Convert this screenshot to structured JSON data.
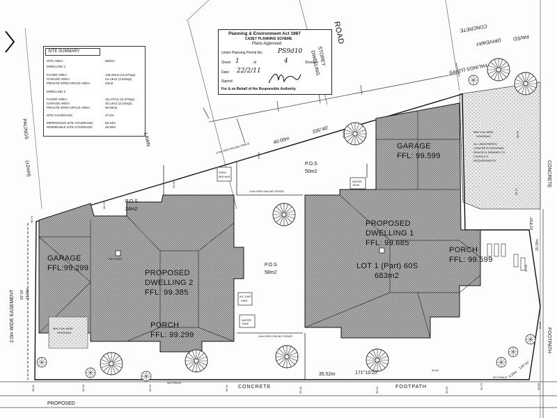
{
  "site_summary": {
    "title": "SITE SUMMARY",
    "site_area_label": "SITE AREA:",
    "site_area_value": "683m2",
    "dwelling1_label": "DWELLING 1",
    "d1_floor_label": "FLOOR AREA:",
    "d1_floor_value": "139.26m2 (14.57Sqs)",
    "d1_garage_label": "GARAGE AREA:",
    "d1_garage_value": "43.13m2 (4.63Sqs)",
    "d1_pos_label": "PRIVATE OPEN SPACE AREA:",
    "d1_pos_value": "43m2",
    "dwelling2_label": "DWELLING 2",
    "d2_floor_label": "FLOOR AREA:",
    "d2_floor_value": "111.37m2 (11.97Sqs)",
    "d2_garage_label": "GARAGE AREA:",
    "d2_garage_value": "30.14m2 (3.24Sqs)",
    "d2_pos_label": "PRIVATE OPEN SPACE AREA:",
    "d2_pos_value": "50.00m2",
    "coverage_label": "SITE COVERAGE:",
    "coverage_value": "47.6%",
    "impervious_label": "IMPERVIOUS SITE COVERAGE:",
    "impervious_value": "53.44%",
    "permeable_label": "PERMEABLE SITE COVERAGE:",
    "permeable_value": "46.56%"
  },
  "stamp": {
    "line1": "Planning & Environment Act 1987",
    "line2": "CASEY PLANNING SCHEME",
    "line3": "Plans Approved",
    "permit_label": "Under Planning Permit No:",
    "permit_value": "PS9d10",
    "sheet_label": "Sheet",
    "sheet_value": "1",
    "of_label": "of",
    "of_value": "4",
    "sheets_label": "Sheet(s)",
    "date_label": "Date:",
    "date_value": "22/2/11",
    "sig_label": "Signed:",
    "footer": "For & on Behalf of the Responsible Authority"
  },
  "labels": {
    "garage1": "GARAGE",
    "garage1_ffl": "FFL: 99.599",
    "dwelling1_a": "PROPOSED",
    "dwelling1_b": "DWELLING 1",
    "dwelling1_ffl": "FFL: 99.685",
    "porch1": "PORCH",
    "porch1_ffl": "FFL: 99.599",
    "lot_a": "LOT 1 (Part) 60S",
    "lot_b": "683m2",
    "garage2": "GARAGE",
    "garage2_ffl": "FFL:99.299",
    "dwelling2_a": "PROPOSED",
    "dwelling2_b": "DWELLING 2",
    "dwelling2_ffl": "FFL: 99.385",
    "porch2": "PORCH",
    "porch2_ffl": "FFL: 99.299",
    "pos_center_a": "P.O.S",
    "pos_center_b": "58m2",
    "pos_left_a": "P.O.S",
    "pos_left_b": "24m2",
    "pos_top_a": "P.O.S",
    "pos_top_b": "50m2",
    "easement": "2.0m WIDE EASEMENT",
    "left_bearing": "81°19'",
    "left_dim": "12.50m",
    "top_dim": "40.00m",
    "top_bearing": "335°40'",
    "right_bearing": "81°8'50\"",
    "right_dim": "20.19m",
    "bottom_dim": "35.52m",
    "bottom_bearing": "171°10'20\"",
    "corner_dim": "4.25m",
    "corner_bearing": "126°14'",
    "road": "ROAD",
    "storey": "STOREY",
    "dwelling_top": "DWELLING",
    "palings_left": "PALINGS",
    "palings_left_h": "(±2mH)",
    "palings_right": "PALINGS (±2mH)",
    "lawn": "LAWN",
    "concrete_driveway_a": "CONCRETE",
    "concrete_driveway_b": "PAVED",
    "concrete_driveway_c": "DRIVEWAY",
    "concrete_right": "CONCRETE",
    "footpath_right": "FOOTPATH",
    "concrete_bottom": "CONCRETE",
    "footpath_bottom": "FOOTPATH",
    "proposed_bottom": "PROPOSED",
    "fence_top": "2.0m HIGH PALING FENCE",
    "fence_mid": "1.8m HIGH PALING FENCE",
    "fence_bottom": "1.8m HIGH PALING FENCE",
    "no_fence_a": "NO FENCE",
    "no_fence_b": "NO FENCE",
    "driveway_note_a": "MIN 3.0m WIDE",
    "driveway_note_b": "DRIVEWAY",
    "driveway_note_c": "ALL-WEATHERED",
    "driveway_note_d": "CONCRETE DRIVEWAY",
    "driveway_note_e": "SEALED & DRAINED TO",
    "driveway_note_f": "COUNCIL'S",
    "driveway_note_g": "REQUIREMENTS",
    "driveway2_a": "MIN 3.0m WIDE",
    "driveway2_b": "DRIVEWAY",
    "shed": "SHED",
    "shed_size": "MIN 6m3",
    "water_tank_a": "WATER",
    "water_tank_b": "TANK",
    "water_tank2_a": "WATER",
    "water_tank2_b": "TANK",
    "ac_unit_a": "A/C UNIT",
    "ac_unit_b": "HWS",
    "skylight": "SKYLIGHT",
    "spot_99_11": "99.11",
    "spot_99_00": "99.00",
    "spot_98_72": "98.72",
    "spot_98_74": "98.74",
    "spot_99_26": "99.26",
    "spot_99_76": "99.76",
    "spot_99_80": "99.80",
    "spot_99_60": "99.60",
    "spot_99_70": "99.70",
    "spot_99_83": "99.83",
    "spot_99_41": "99.41",
    "spot_99_31": "99.31",
    "spot_99_22": "99.22",
    "spot_99_10": "99.10",
    "spot_99_01": "99.01",
    "spot_99_63": "99.63",
    "spot_99_71": "99.71",
    "spot_99_52": "99.52",
    "spot_99_60b": "99.60"
  },
  "colors": {
    "ink": "#1a1a1a",
    "roof": "#9a9a9a",
    "paper": "#ffffff",
    "grey_fill": "#c8c8c8"
  }
}
